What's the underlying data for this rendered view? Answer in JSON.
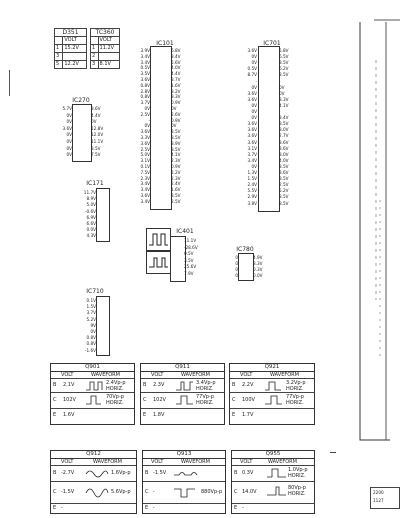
{
  "d351": {
    "title": "D351",
    "col": "VOLT",
    "rows": [
      {
        "pin": "1",
        "v": "15.2V"
      },
      {
        "pin": "3",
        "v": ""
      },
      {
        "pin": "5",
        "v": "12.2V"
      }
    ]
  },
  "tc360": {
    "title": "TC360",
    "col": "VOLT",
    "rows": [
      {
        "pin": "1",
        "v": "11.2V"
      },
      {
        "pin": "2",
        "v": ""
      },
      {
        "pin": "3",
        "v": "8.1V"
      }
    ]
  },
  "ic270": {
    "title": "IC270",
    "left": [
      "5.7V",
      "0V",
      "0V",
      "3.6V",
      "0V",
      "0V",
      "0V",
      "0V"
    ],
    "right": [
      "3.6V",
      "4.4V",
      "0V",
      "12.8V",
      "12.0V",
      "11.1V",
      "3.5V",
      "7.5V"
    ]
  },
  "ic101": {
    "title": "IC101",
    "left": [
      "3.9V",
      "3.4V",
      "3.4V",
      "0.5V",
      "3.5V",
      "3.6V",
      "0.8V",
      "2.8V",
      "0.8V",
      "3.7V",
      "0V",
      "2.5V",
      "-",
      "0V",
      "3.6V",
      "3.3V",
      "3.6V",
      "2.5V",
      "5.0V",
      "3.1V",
      "0.1V",
      "7.5V",
      "2.3V",
      "3.4V",
      "3.4V",
      "3.6V",
      "3.4V"
    ],
    "right": [
      "6.8V",
      "3.4V",
      "5.6V",
      "4.0V",
      "4.4V",
      "3.7V",
      "1.6V",
      "3.2V",
      "3.3V",
      "0.9V",
      "0V",
      "2.6V",
      "0.9V",
      "0V",
      "3.5V",
      "3.5V",
      "3.9V",
      "3.5V",
      "4.1V",
      "2.3V",
      "0.9V",
      "2.2V",
      "2.3V",
      "2.4V",
      "1.6V",
      "3.5V",
      "2.5V"
    ]
  },
  "ic701": {
    "title": "IC701",
    "left": [
      "3.6V",
      "0V",
      "0V",
      "0.5V",
      "8.7V",
      "-",
      "0V",
      "3.6V",
      "3.6V",
      "0V",
      "0V",
      "0V",
      "3.6V",
      "3.6V",
      "3.6V",
      "3.6V",
      "3.1V",
      "3.7V",
      "3.4V",
      "0V",
      "1.3V",
      "1.5V",
      "2.4V",
      "5.5V",
      "2.9V",
      "3.8V"
    ],
    "right": [
      "5.8V",
      "6.5V",
      "3.5V",
      "6.2V",
      "3.5V",
      "-",
      "0V",
      "0V",
      "3.3V",
      "4.1V",
      "-",
      "3.4V",
      "3.5V",
      "3.0V",
      "2.7V",
      "3.6V",
      "3.6V",
      "3.0V",
      "4.0V",
      "3.5V",
      "3.6V",
      "3.5V",
      "2.5V",
      "5.2V",
      "3.5V",
      "8.5V"
    ]
  },
  "ic171": {
    "title": "IC171",
    "left": [
      "11.7V",
      "8.9V",
      "5.0V",
      "-0.6V",
      "6.9V",
      "6.6V",
      "0.0V",
      "4.3V"
    ]
  },
  "ic401": {
    "title": "IC401",
    "labels": [
      "11.1V",
      "-28.6V",
      "0.5V",
      "3.5V",
      "25.6V",
      "7.9V"
    ]
  },
  "ic780": {
    "title": "IC780",
    "left": [
      "0",
      "0",
      "0",
      "0"
    ],
    "right": [
      "4.9V",
      "3.3V",
      "0.3V",
      "0.0V"
    ]
  },
  "ic710": {
    "title": "IC710",
    "left": [
      "0.1V",
      "1.5V",
      "3.7V",
      "5.2V",
      "9V",
      "0V",
      "0.8V",
      "0.8V",
      "-1.6V"
    ]
  },
  "q901": {
    "title": "Q901",
    "c1": "VOLT",
    "c2": "WAVEFORM",
    "rows": [
      {
        "k": "B",
        "v": "2.1V",
        "w": "2.4Vp-p HORIZ."
      },
      {
        "k": "C",
        "v": "102V",
        "w": "70Vp-p HORIZ."
      },
      {
        "k": "E",
        "v": "1.6V",
        "w": ""
      }
    ]
  },
  "q911": {
    "title": "Q911",
    "c1": "VOLT",
    "c2": "WAVEFORM",
    "rows": [
      {
        "k": "B",
        "v": "2.3V",
        "w": "3.4Vp-p HORIZ."
      },
      {
        "k": "C",
        "v": "102V",
        "w": "77Vp-p HORIZ."
      },
      {
        "k": "E",
        "v": "1.8V",
        "w": ""
      }
    ]
  },
  "q921": {
    "title": "Q921",
    "c1": "VOLT",
    "c2": "WAVEFORM",
    "rows": [
      {
        "k": "B",
        "v": "2.2V",
        "w": "3.2Vp-p HORIZ."
      },
      {
        "k": "C",
        "v": "100V",
        "w": "77Vp-p HORIZ."
      },
      {
        "k": "E",
        "v": "1.7V",
        "w": ""
      }
    ]
  },
  "q912": {
    "title": "Q912",
    "c1": "VOLT",
    "c2": "WAVEFORM",
    "rows": [
      {
        "k": "B",
        "v": "-2.7V",
        "w": "1.6Vp-p"
      },
      {
        "k": "C",
        "v": "-1.5V",
        "w": "5.6Vp-p"
      },
      {
        "k": "E",
        "v": "-",
        "w": ""
      }
    ]
  },
  "q913": {
    "title": "Q913",
    "c1": "VOLT",
    "c2": "WAVEFORM",
    "rows": [
      {
        "k": "B",
        "v": "-1.5V",
        "w": ""
      },
      {
        "k": "C",
        "v": "-",
        "w": "880Vp-p"
      },
      {
        "k": "E",
        "v": "-",
        "w": ""
      }
    ]
  },
  "q955": {
    "title": "Q955",
    "c1": "VOLT",
    "c2": "WAVEFORM",
    "rows": [
      {
        "k": "B",
        "v": "0.3V",
        "w": "1.0Vp-p HORIZ."
      },
      {
        "k": "C",
        "v": "14.0V",
        "w": "80Vp-p HORIZ."
      },
      {
        "k": "E",
        "v": "-",
        "w": ""
      }
    ]
  },
  "corner": {
    "a": "2200",
    "b": "1127"
  }
}
